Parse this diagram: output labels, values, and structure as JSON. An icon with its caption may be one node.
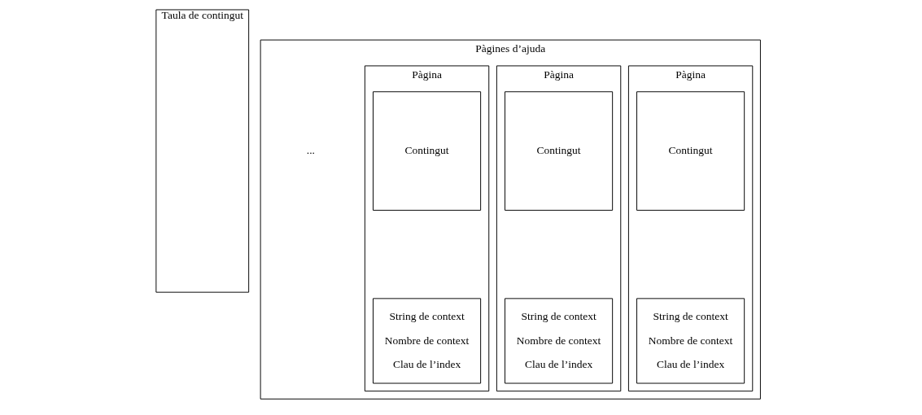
{
  "diagram": {
    "nodes": [
      {
        "text": [
          "Taula de contingut"
        ]
      },
      {
        "text": [
          "Pàgines d’ajuda"
        ]
      },
      {
        "text": [
          "Pàgina"
        ],
        "in": 1
      },
      {
        "text": [
          "Contingut"
        ],
        "in": 2
      },
      {
        "text": [
          "String de context",
          "Nombre de context",
          "Clau de l’index"
        ],
        "in": 2
      },
      {
        "text": [
          "Pàgina"
        ],
        "in": 1
      },
      {
        "text": [
          "Contingut"
        ],
        "in": 5
      },
      {
        "text": [
          "String de context",
          "Nombre de context",
          "Clau de l’index"
        ],
        "in": 5
      },
      {
        "text": [
          "Pàgina"
        ],
        "in": 1
      },
      {
        "text": [
          "Contingut"
        ],
        "in": 8
      },
      {
        "text": [
          "String de context",
          "Nombre de context",
          "Clau de l’index"
        ],
        "in": 8
      }
    ],
    "edges": [],
    "labels": [
      "..."
    ]
  }
}
